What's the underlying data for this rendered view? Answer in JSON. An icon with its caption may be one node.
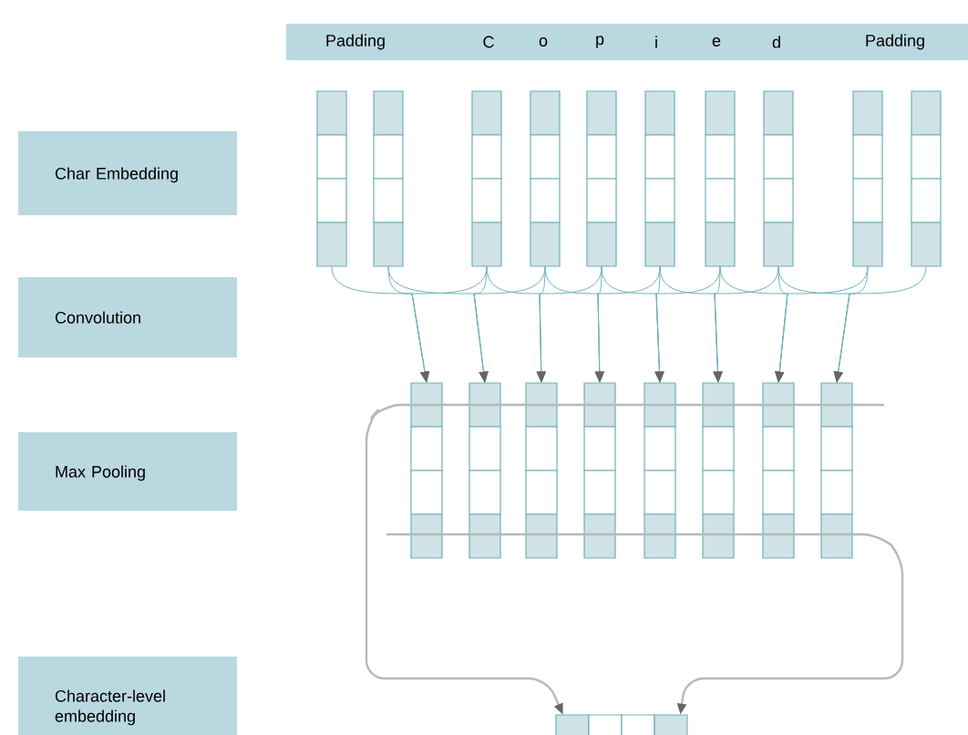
{
  "diagram": {
    "nodes": [
      {
        "text": [
          "Padding",
          "C",
          "o",
          "p",
          "i",
          "e",
          "d",
          "Padding"
        ]
      },
      {
        "text": [
          "Char Embedding"
        ]
      },
      {
        "text": [
          "Convolution"
        ]
      },
      {
        "text": [
          "Max Pooling"
        ]
      },
      {
        "text": [
          "Character-level embedding"
        ]
      },
      {
        "text": [],
        "shape": "bar"
      },
      {
        "text": [],
        "shape": "bar"
      },
      {
        "text": [],
        "shape": "bar"
      },
      {
        "text": [],
        "shape": "bar"
      },
      {
        "text": [],
        "shape": "bar"
      },
      {
        "text": [],
        "shape": "bar"
      },
      {
        "text": [],
        "shape": "bar"
      },
      {
        "text": [],
        "shape": "bar"
      },
      {
        "text": [],
        "shape": "bar"
      },
      {
        "text": [],
        "shape": "bar"
      },
      {
        "text": [],
        "shape": "bar"
      },
      {
        "text": [],
        "shape": "bar"
      },
      {
        "text": [],
        "shape": "bar"
      },
      {
        "text": [],
        "shape": "bar"
      },
      {
        "text": [],
        "shape": "bar"
      },
      {
        "text": [],
        "shape": "bar"
      },
      {
        "text": [],
        "shape": "bar"
      },
      {
        "text": [],
        "shape": "bar"
      },
      {
        "text": [],
        "shape": "bar"
      }
    ],
    "edges": [
      {
        "from": 5,
        "to": 15,
        "arrow": "to"
      },
      {
        "from": 6,
        "to": 15,
        "arrow": "to"
      },
      {
        "from": 7,
        "to": 15,
        "arrow": "to"
      },
      {
        "from": 6,
        "to": 16,
        "arrow": "to"
      },
      {
        "from": 7,
        "to": 16,
        "arrow": "to"
      },
      {
        "from": 8,
        "to": 16,
        "arrow": "to"
      },
      {
        "from": 7,
        "to": 17,
        "arrow": "to"
      },
      {
        "from": 8,
        "to": 17,
        "arrow": "to"
      },
      {
        "from": 9,
        "to": 17,
        "arrow": "to"
      },
      {
        "from": 8,
        "to": 18,
        "arrow": "to"
      },
      {
        "from": 9,
        "to": 18,
        "arrow": "to"
      },
      {
        "from": 10,
        "to": 18,
        "arrow": "to"
      },
      {
        "from": 9,
        "to": 19,
        "arrow": "to"
      },
      {
        "from": 10,
        "to": 19,
        "arrow": "to"
      },
      {
        "from": 11,
        "to": 19,
        "arrow": "to"
      },
      {
        "from": 10,
        "to": 20,
        "arrow": "to"
      },
      {
        "from": 11,
        "to": 20,
        "arrow": "to"
      },
      {
        "from": 12,
        "to": 20,
        "arrow": "to"
      },
      {
        "from": 11,
        "to": 21,
        "arrow": "to"
      },
      {
        "from": 12,
        "to": 21,
        "arrow": "to"
      },
      {
        "from": 13,
        "to": 21,
        "arrow": "to"
      },
      {
        "from": 12,
        "to": 22,
        "arrow": "to"
      },
      {
        "from": 13,
        "to": 22,
        "arrow": "to"
      },
      {
        "from": 14,
        "to": 22,
        "arrow": "to"
      },
      {
        "from": null,
        "to": 23,
        "arrow": "to"
      },
      {
        "from": null,
        "to": 23,
        "arrow": "to"
      }
    ]
  }
}
